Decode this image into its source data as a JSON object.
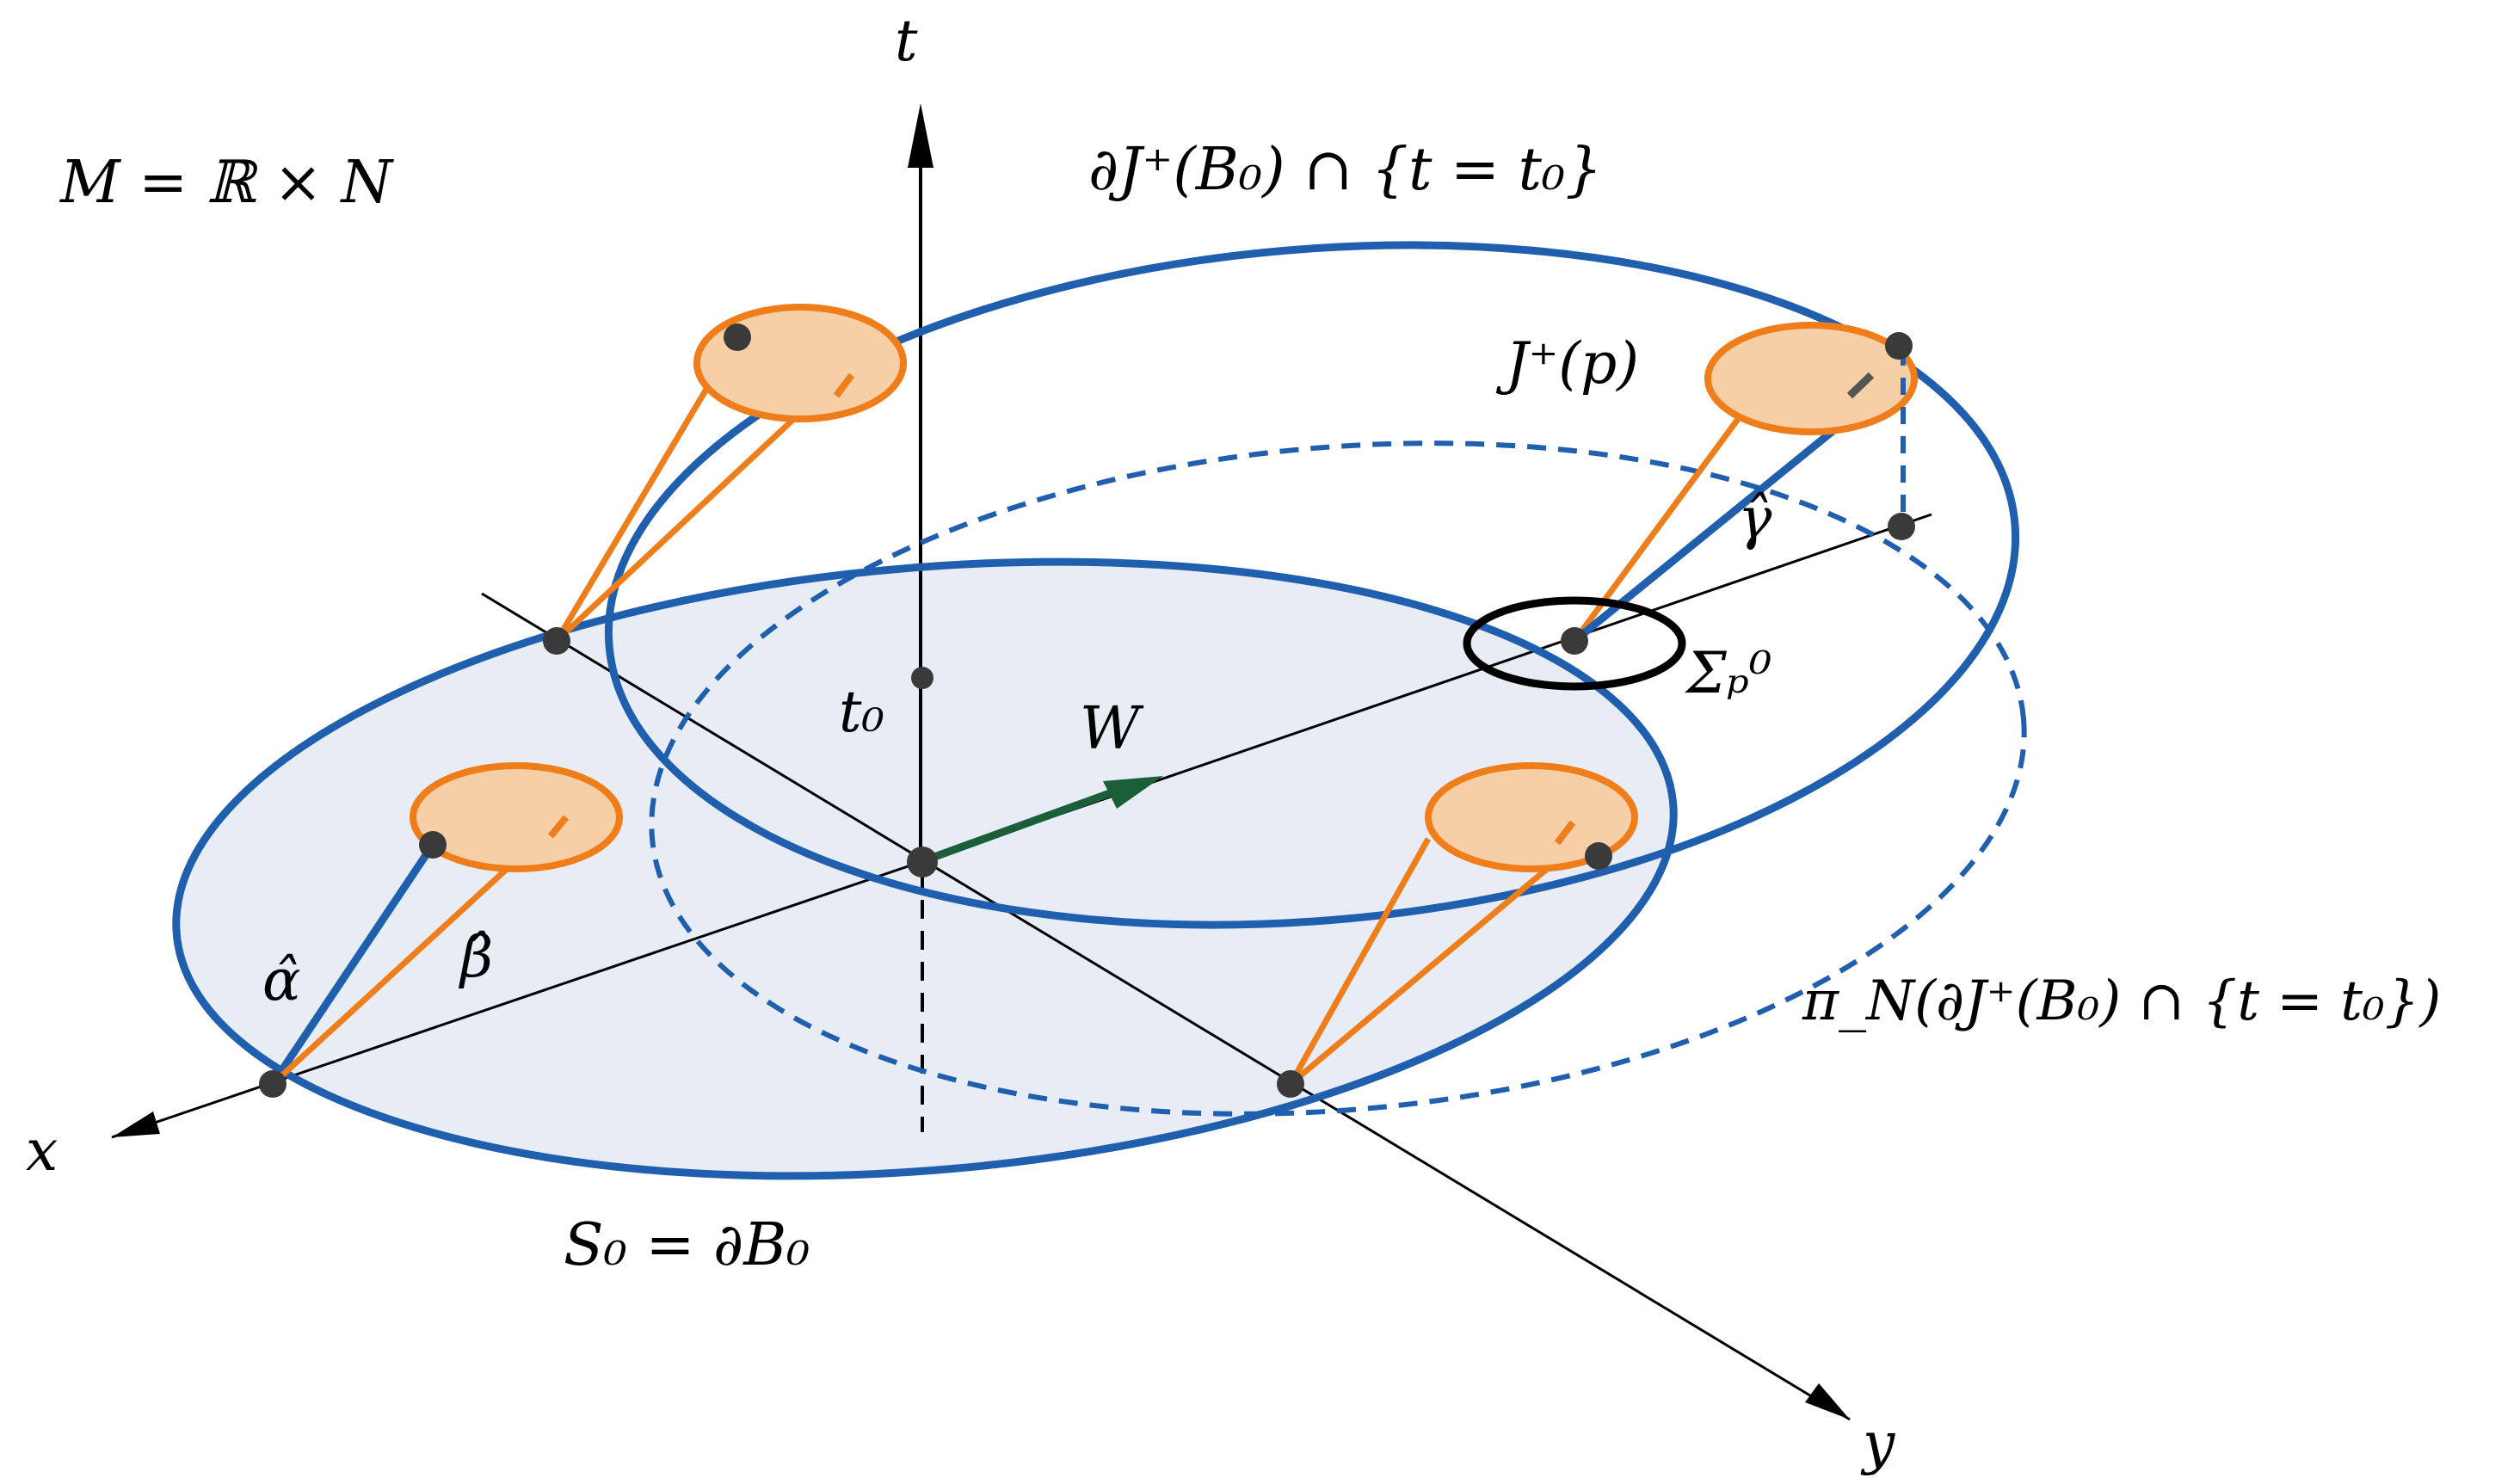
{
  "labels": {
    "t_axis": "t",
    "x_axis": "x",
    "y_axis": "y",
    "manifold": "M = ℝ × N",
    "upper_ellipse": "∂J⁺(B₀) ∩ {t = t₀}",
    "causal_future_p": "J⁺(p)",
    "gamma_hat": "γ̂",
    "sigma_p0": "Σₚ⁰",
    "t0": "t₀",
    "W": "W",
    "alpha_hat": "α̂",
    "beta_hat": "β̂",
    "projection": "π_N(∂J⁺(B₀) ∩ {t = t₀})",
    "s0": "S₀ = ∂B₀"
  },
  "colors": {
    "blue": "#1f5fad",
    "blue_fill": "#e8edf5",
    "orange": "#ef7d1a",
    "orange_fill": "#f6cfa6",
    "green": "#1b5e3a",
    "black": "#000000",
    "point": "#3a3a3a"
  }
}
